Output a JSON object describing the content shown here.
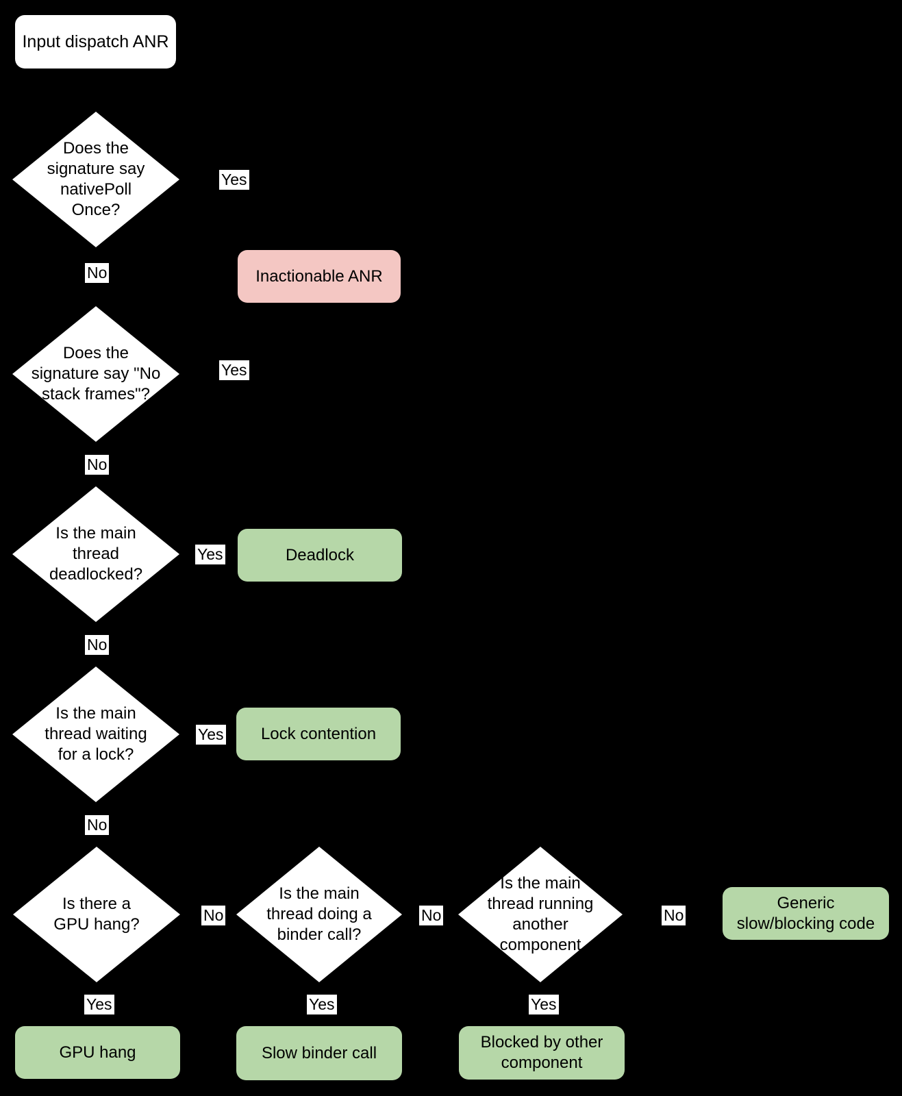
{
  "diagram": {
    "background": "#000000",
    "colors": {
      "node_fill": "#ffffff",
      "outcome_positive_fill": "#b6d7a8",
      "outcome_negative_fill": "#f4c7c3",
      "label_background": "#ffffff",
      "text": "#000000"
    },
    "start": {
      "label": "Input dispatch ANR"
    },
    "decisions": {
      "native_poll": {
        "label": "Does the\nsignature say\nnativePoll\nOnce?"
      },
      "no_stack_frames": {
        "label": "Does the\nsignature say \"No\nstack frames\"?"
      },
      "deadlocked": {
        "label": "Is the main\nthread\ndeadlocked?"
      },
      "waiting_lock": {
        "label": "Is the main\nthread waiting\nfor a lock?"
      },
      "gpu_hang": {
        "label": "Is there a\nGPU hang?"
      },
      "binder_call": {
        "label": "Is the main\nthread doing a\nbinder call?"
      },
      "other_component": {
        "label": "Is the main\nthread running\nanother\ncomponent"
      }
    },
    "outcomes": {
      "inactionable": {
        "label": "Inactionable ANR",
        "type": "negative"
      },
      "deadlock": {
        "label": "Deadlock",
        "type": "positive"
      },
      "lock_contention": {
        "label": "Lock contention",
        "type": "positive"
      },
      "gpu_hang": {
        "label": "GPU hang",
        "type": "positive"
      },
      "slow_binder": {
        "label": "Slow binder call",
        "type": "positive"
      },
      "blocked_other": {
        "label": "Blocked by other\ncomponent",
        "type": "positive"
      },
      "generic_slow": {
        "label": "Generic\nslow/blocking code",
        "type": "positive"
      }
    },
    "edge_labels": {
      "yes": "Yes",
      "no": "No"
    }
  }
}
